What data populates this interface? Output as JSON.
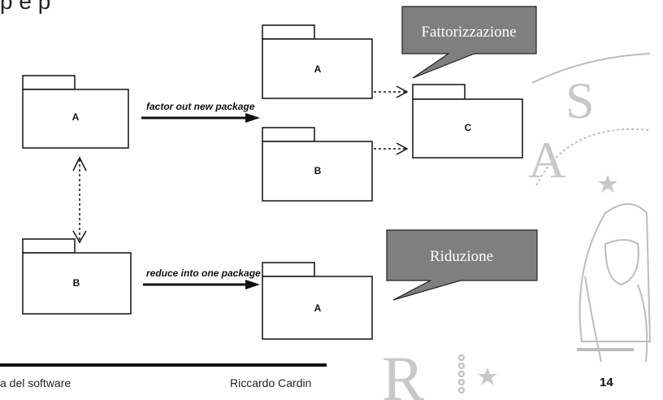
{
  "slide": {
    "title_fragment": "p   e   p",
    "footer_left": "a del software",
    "footer_author": "Riccardo Cardin",
    "page_number": "14"
  },
  "diagram": {
    "packages": {
      "a_left": "A",
      "b_left": "B",
      "a_right_top": "A",
      "b_right": "B",
      "c_right": "C",
      "a_right_bottom": "A"
    },
    "arrows": {
      "factor": "factor out new package",
      "reduce": "reduce into one package"
    }
  },
  "callouts": {
    "factorization": "Fattorizzazione",
    "reduction": "Riduzione"
  },
  "colors": {
    "callout_fill": "#7f7f7f",
    "watermark": "#bdbdbd"
  }
}
